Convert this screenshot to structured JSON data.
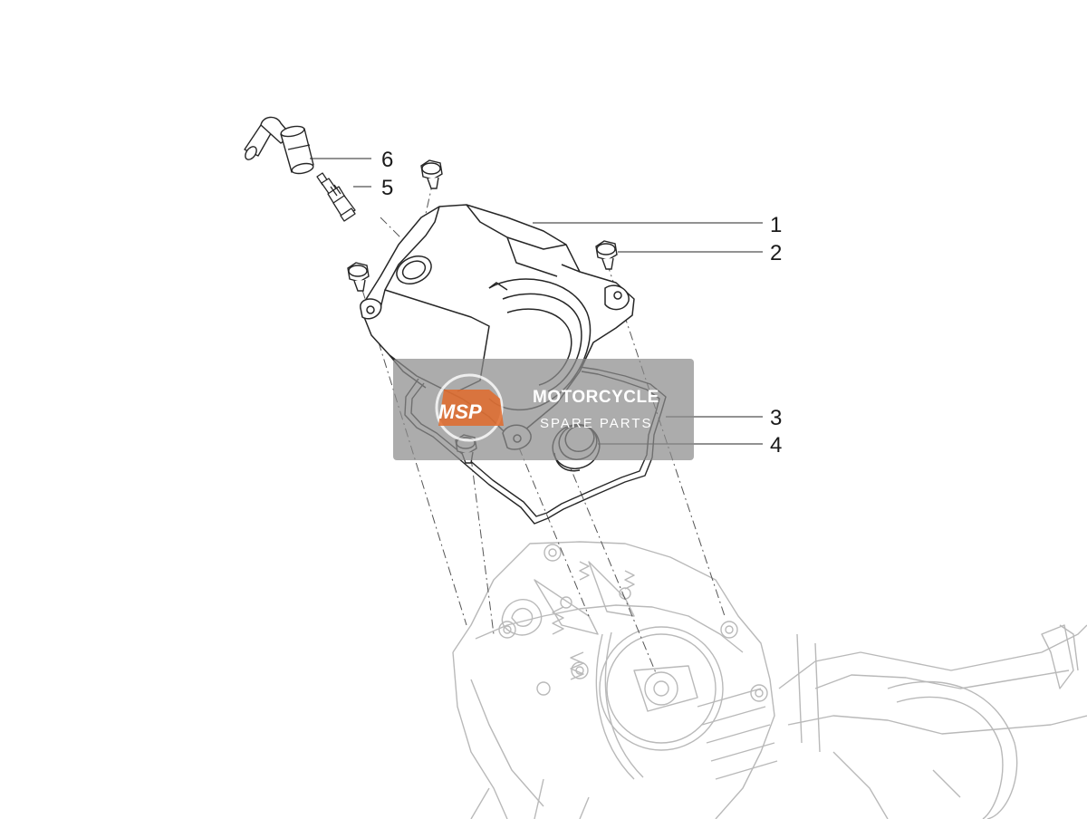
{
  "callouts": [
    {
      "id": "1",
      "label": "1"
    },
    {
      "id": "2",
      "label": "2"
    },
    {
      "id": "3",
      "label": "3"
    },
    {
      "id": "4",
      "label": "4"
    },
    {
      "id": "5",
      "label": "5"
    },
    {
      "id": "6",
      "label": "6"
    }
  ],
  "watermark": {
    "logo": "MSP",
    "line1": "MOTORCYCLE",
    "line2": "SPARE PARTS"
  },
  "colors": {
    "line": "#262626",
    "engine_line": "#b9b9b9",
    "watermark_bg": "#8c8c8c",
    "watermark_accent": "#e06a2a"
  }
}
